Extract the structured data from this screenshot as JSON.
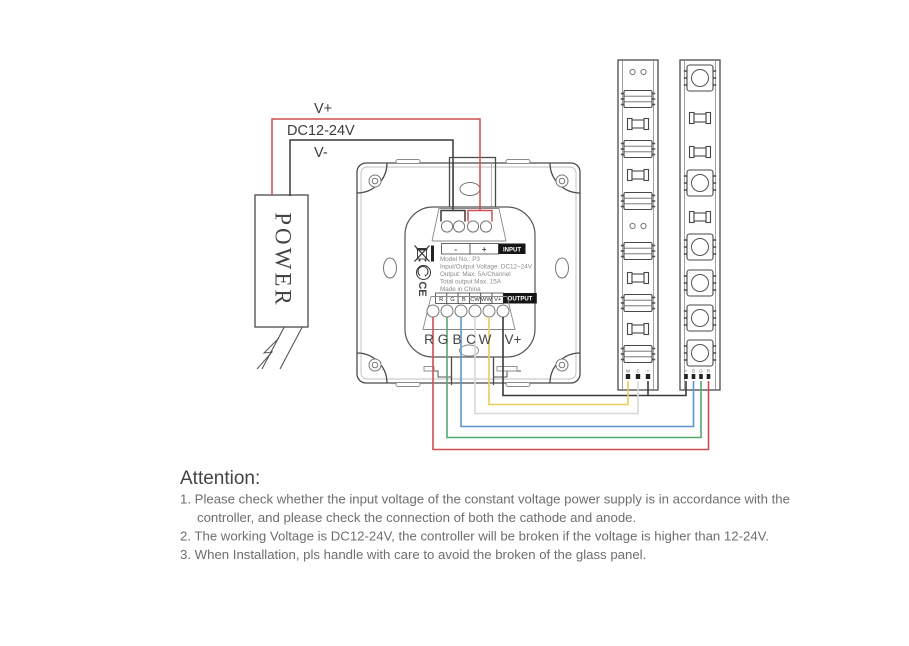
{
  "colors": {
    "accent_red": "#e23b3b",
    "wire_red": "#cf4f4f",
    "wire_green": "#55a874",
    "wire_blue": "#5e96cc",
    "wire_white": "#d8d8d8",
    "wire_yellow": "#e9cf54",
    "wire_black": "#3a3a3a"
  },
  "power_section": {
    "label_v_plus": "V+",
    "label_dc_range": "DC12-24V",
    "label_v_minus": "V-",
    "power_box": "POWER"
  },
  "controller": {
    "input_row": {
      "minus": "-",
      "plus": "+",
      "input": "INPUT"
    },
    "info_lines": [
      "Model No.: P3",
      "Input/Output Voltage: DC12~24V",
      "Output: Max. 5A/Channel",
      "Total output Max. 15A",
      "Made in China"
    ],
    "output_row": {
      "r": "R",
      "g": "G",
      "b": "B",
      "cw": "CW",
      "ww": "WW",
      "v": "V+",
      "output": "OUTPUT"
    },
    "terminal_labels": {
      "r": "R",
      "g": "G",
      "b": "B",
      "c": "C",
      "w": "W",
      "v_plus": "V+"
    },
    "ce_mark": "CE"
  },
  "strips": {
    "left_pads": [
      "W",
      "C",
      "+"
    ],
    "right_pads": [
      "+",
      "B",
      "G",
      "R"
    ]
  },
  "attention": {
    "title": "Attention:",
    "line1a": "1. Please check whether the input voltage of the constant voltage power supply is in accordance with the",
    "line1b": "controller, and please check the connection of both the cathode and anode.",
    "line2": "2. The working Voltage is DC12-24V, the controller will be broken if the voltage is higher than 12-24V.",
    "line3": "3. When Installation, pls handle with care to avoid the broken of the glass panel."
  }
}
